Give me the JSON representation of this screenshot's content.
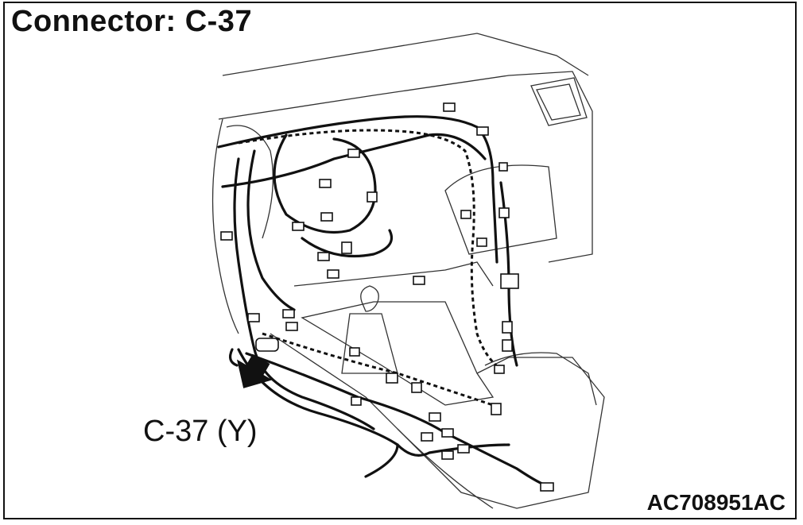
{
  "title": "Connector: C-37",
  "callout_label": "C-37 (Y)",
  "figure_code": "AC708951AC",
  "colors": {
    "line": "#111111",
    "background": "#ffffff"
  },
  "icons": {
    "arrow": "arrow-pointing-to-connector-icon"
  }
}
